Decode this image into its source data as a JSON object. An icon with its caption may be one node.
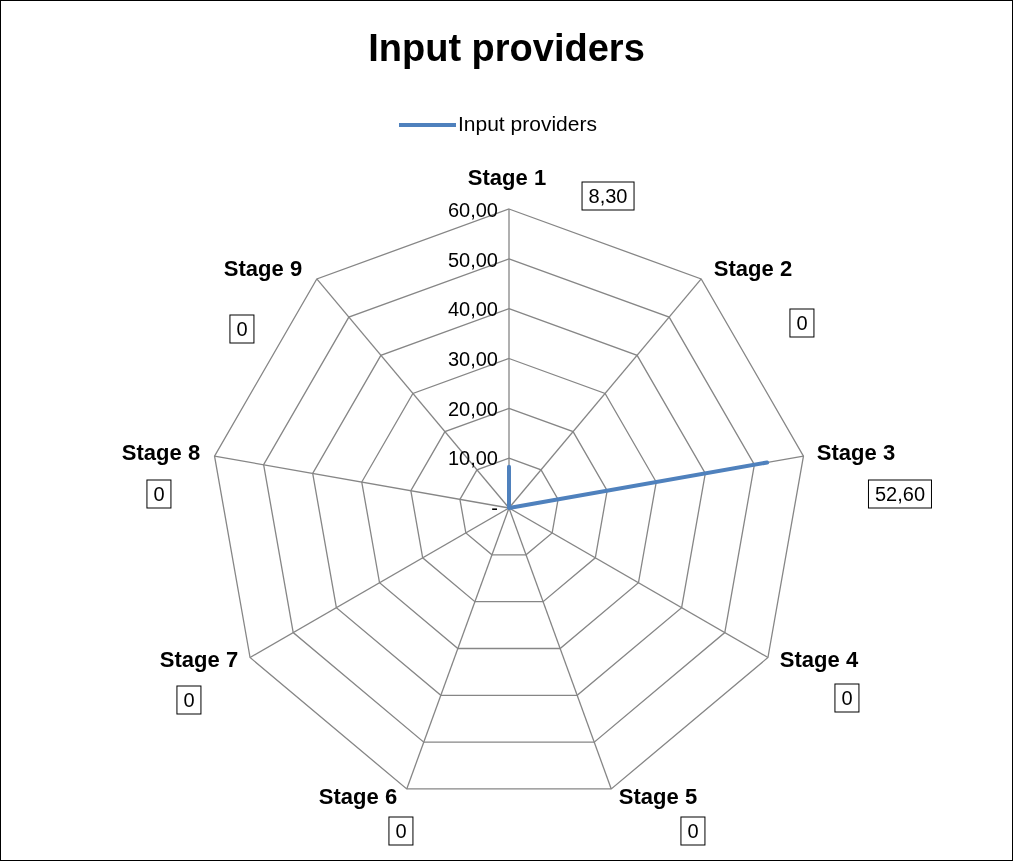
{
  "diagram": {
    "title": "Input providers",
    "legend": [
      {
        "text": "Input providers"
      }
    ],
    "labels": [
      "Stage 1",
      "8,30",
      "60,00",
      "50,00",
      "Stage 9",
      "Stage 2",
      "40,00",
      "0",
      "0",
      "30,00",
      "20,00",
      "Stage 8",
      "10,00",
      "Stage 3",
      "0",
      "52,60",
      "-",
      "Stage 7",
      "Stage 4",
      "0",
      "0",
      "Stage 6",
      "Stage 5",
      "0",
      "0"
    ]
  }
}
